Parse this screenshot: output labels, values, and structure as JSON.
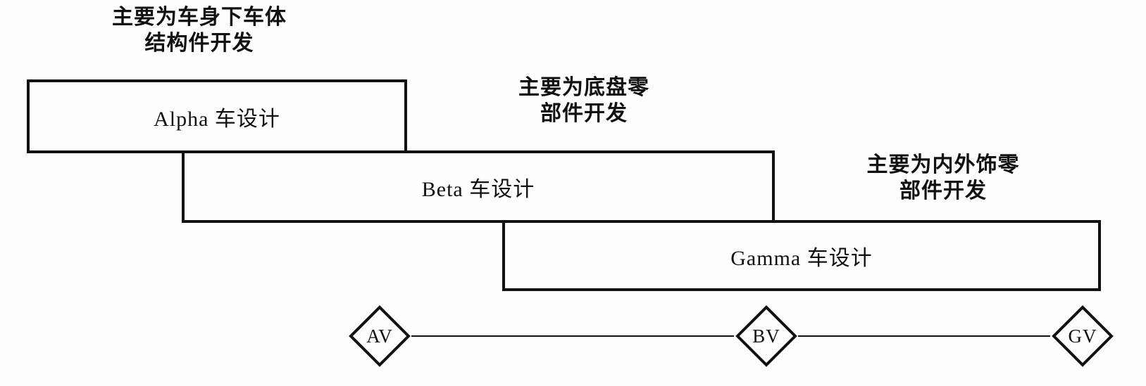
{
  "diagram": {
    "title_semantic": "vehicle-design-phase-overlap-diagram",
    "colors": {
      "ink": "#111111",
      "background": "#fdfdfd"
    },
    "annotations": [
      {
        "for_phase": "Alpha",
        "line1": "主要为车身下车体",
        "line2": "结构件开发"
      },
      {
        "for_phase": "Beta",
        "line1": "主要为底盘零",
        "line2": "部件开发"
      },
      {
        "for_phase": "Gamma",
        "line1": "主要为内外饰零",
        "line2": "部件开发"
      }
    ],
    "phases": [
      {
        "label": "Alpha 车设计"
      },
      {
        "label": "Beta 车设计"
      },
      {
        "label": "Gamma 车设计"
      }
    ],
    "milestones": [
      {
        "label": "AV"
      },
      {
        "label": "BV"
      },
      {
        "label": "GV"
      }
    ]
  }
}
